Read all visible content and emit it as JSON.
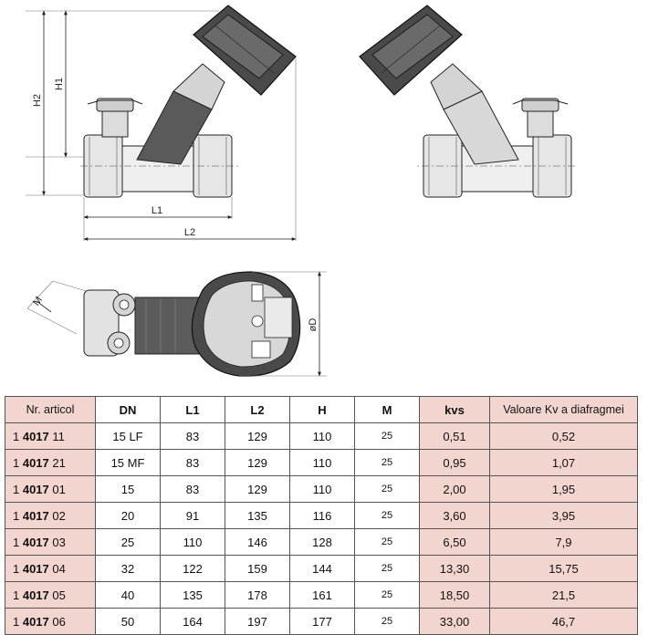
{
  "drawing": {
    "labels": {
      "h1": "H1",
      "h2": "H2",
      "l1": "L1",
      "l2": "L2",
      "m": "M",
      "od": "øD"
    }
  },
  "table": {
    "headers": [
      "Nr. articol",
      "DN",
      "L1",
      "L2",
      "H",
      "M",
      "kvs",
      "Valoare Kv a diafragmei"
    ],
    "rows": [
      {
        "art_prefix": "1 ",
        "art_bold": "4017",
        "art_suffix": " 11",
        "dn": "15 LF",
        "l1": "83",
        "l2": "129",
        "h": "110",
        "m": "25",
        "kvs": "0,51",
        "kv": "0,52"
      },
      {
        "art_prefix": "1 ",
        "art_bold": "4017",
        "art_suffix": " 21",
        "dn": "15 MF",
        "l1": "83",
        "l2": "129",
        "h": "110",
        "m": "25",
        "kvs": "0,95",
        "kv": "1,07"
      },
      {
        "art_prefix": "1 ",
        "art_bold": "4017",
        "art_suffix": " 01",
        "dn": "15",
        "l1": "83",
        "l2": "129",
        "h": "110",
        "m": "25",
        "kvs": "2,00",
        "kv": "1,95"
      },
      {
        "art_prefix": "1 ",
        "art_bold": "4017",
        "art_suffix": " 02",
        "dn": "20",
        "l1": "91",
        "l2": "135",
        "h": "116",
        "m": "25",
        "kvs": "3,60",
        "kv": "3,95"
      },
      {
        "art_prefix": "1 ",
        "art_bold": "4017",
        "art_suffix": " 03",
        "dn": "25",
        "l1": "110",
        "l2": "146",
        "h": "128",
        "m": "25",
        "kvs": "6,50",
        "kv": "7,9"
      },
      {
        "art_prefix": "1 ",
        "art_bold": "4017",
        "art_suffix": " 04",
        "dn": "32",
        "l1": "122",
        "l2": "159",
        "h": "144",
        "m": "25",
        "kvs": "13,30",
        "kv": "15,75"
      },
      {
        "art_prefix": "1 ",
        "art_bold": "4017",
        "art_suffix": " 05",
        "dn": "40",
        "l1": "135",
        "l2": "178",
        "h": "161",
        "m": "25",
        "kvs": "18,50",
        "kv": "21,5"
      },
      {
        "art_prefix": "1 ",
        "art_bold": "4017",
        "art_suffix": " 06",
        "dn": "50",
        "l1": "164",
        "l2": "197",
        "h": "177",
        "m": "25",
        "kvs": "33,00",
        "kv": "46,7"
      }
    ]
  },
  "colors": {
    "highlight": "#f2d5cf",
    "handwheel": "#4a4a4a",
    "body": "#d0d0d0"
  }
}
